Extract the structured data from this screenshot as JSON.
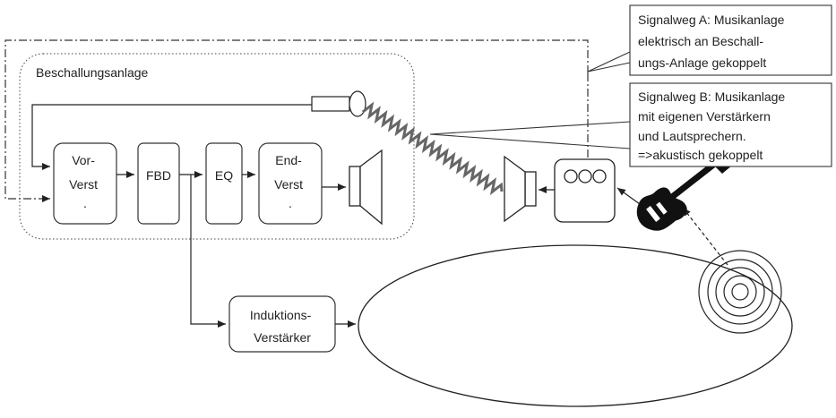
{
  "system": {
    "title": "Beschallungsanlage"
  },
  "blocks": {
    "pre_amp": {
      "lines": [
        "Vor-",
        "Verst",
        "."
      ]
    },
    "fbd": {
      "label": "FBD"
    },
    "eq": {
      "label": "EQ"
    },
    "power_amp": {
      "lines": [
        "End-",
        "Verst",
        "."
      ]
    },
    "induction_amp": {
      "lines": [
        "Induktions-",
        "Verstärker"
      ]
    }
  },
  "callouts": {
    "path_a": {
      "lines": [
        "Signalweg A: Musikanlage",
        "elektrisch an Beschall-",
        "ungs-Anlage gekoppelt"
      ]
    },
    "path_b": {
      "lines": [
        "Signalweg B: Musikanlage",
        "mit eigenen Verstärkern",
        "und Lautsprechern.",
        "=>akustisch gekoppelt"
      ]
    }
  }
}
